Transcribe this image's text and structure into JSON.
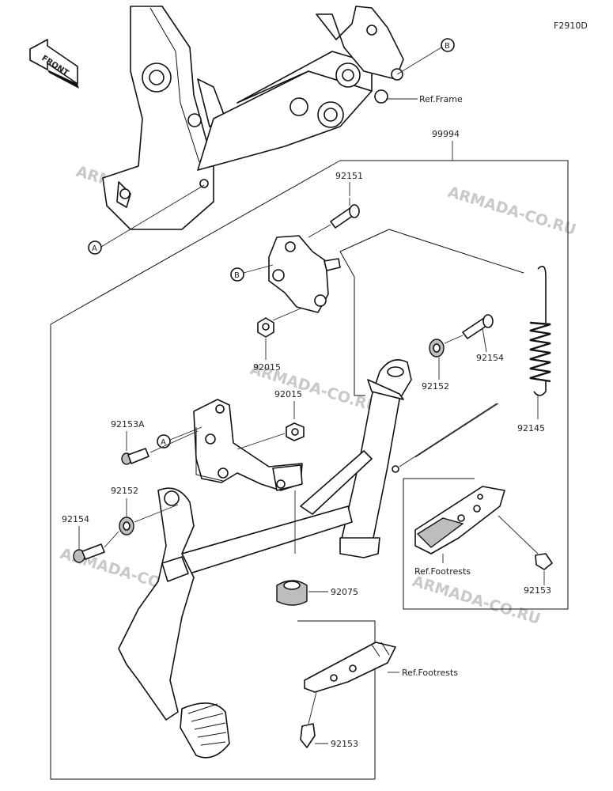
{
  "diagram_code": "F2910D",
  "front_label": "FRONT",
  "assembly_number": "99994",
  "ref_frame": "Ref.Frame",
  "ref_footrests": "Ref.Footrests",
  "watermark": "ARMADA-CO.RU",
  "callouts": {
    "a": "A",
    "b": "B"
  },
  "parts": {
    "p92151": "92151",
    "p92015a": "92015",
    "p92015b": "92015",
    "p92154a": "92154",
    "p92154b": "92154",
    "p92152a": "92152",
    "p92152b": "92152",
    "p92145": "92145",
    "p92153A": "92153A",
    "p92075": "92075",
    "p92153a": "92153",
    "p92153b": "92153"
  }
}
